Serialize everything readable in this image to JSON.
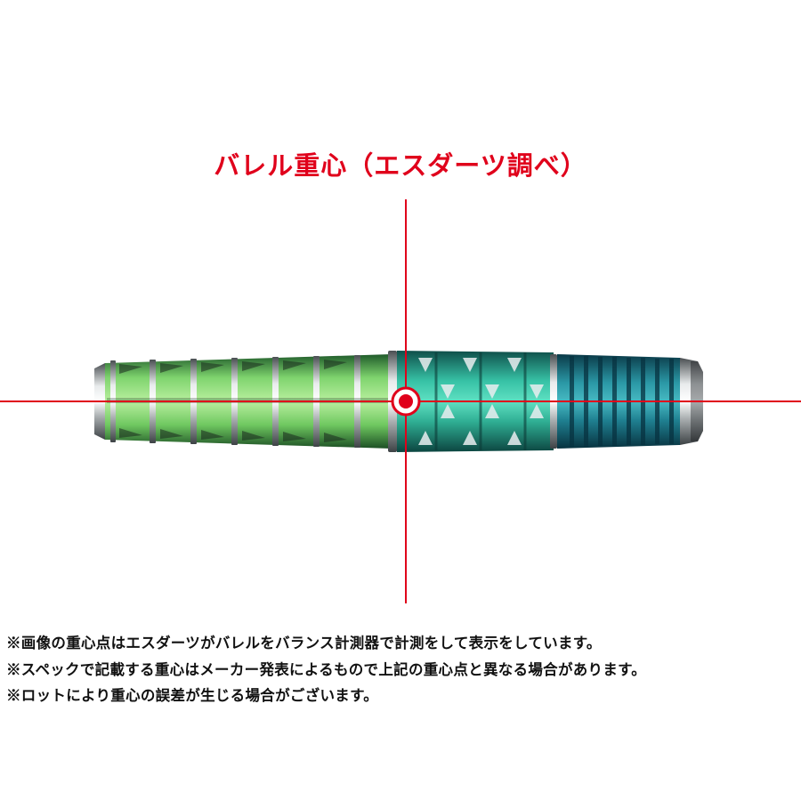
{
  "title": "バレル重心（エスダーツ調べ）",
  "notes": [
    "※画像の重心点はエスダーツがバレルをバランス計測器で計測をして表示をしています。",
    "※スペックで記載する重心はメーカー発表によるもので上記の重心点と異なる場合があります。",
    "※ロットにより重心の誤差が生じる場合がございます。"
  ],
  "colors": {
    "accent": "#e0001b",
    "text": "#111111",
    "barrel_green": "#7ed26a",
    "barrel_teal": "#2fae9c",
    "barrel_blue": "#1f7f8e",
    "metal": "#bfc3c4"
  },
  "figure": {
    "subject": "dart-barrel",
    "marker": "center-of-gravity-marker"
  }
}
